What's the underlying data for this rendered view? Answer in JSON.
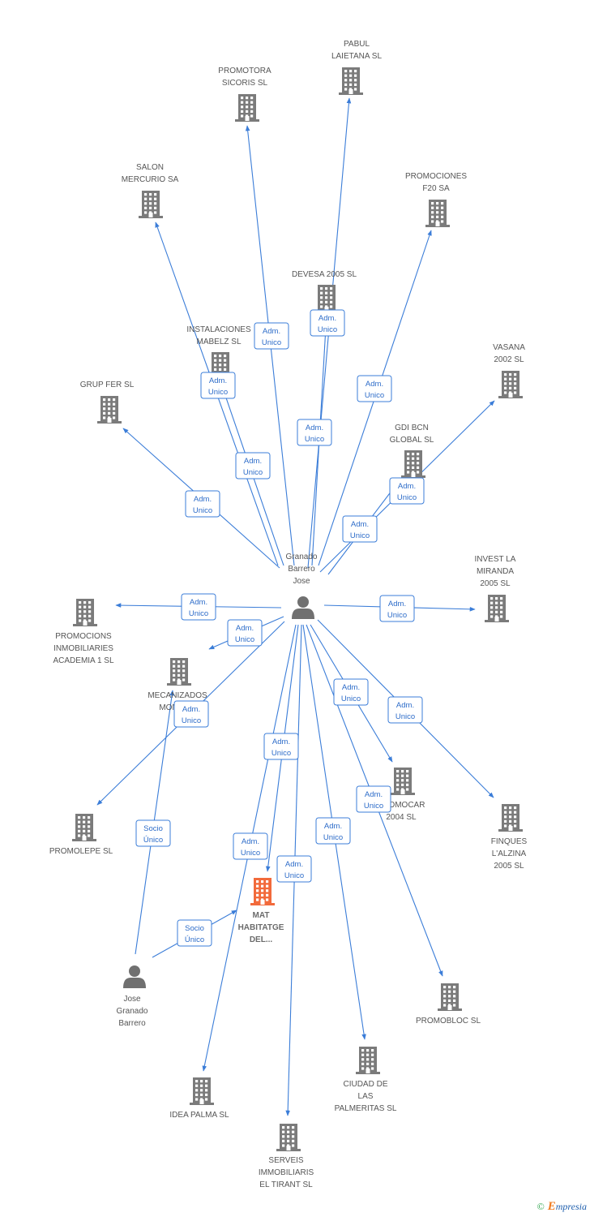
{
  "colors": {
    "building": "#7b7b7b",
    "focus": "#f26a3b",
    "person": "#707070",
    "edge": "#3b7dd8"
  },
  "focus_node": {
    "name": "mat-habitatge",
    "label": [
      "MAT",
      "HABITATGE",
      "DEL..."
    ]
  },
  "nodes": [
    {
      "id": "pabul",
      "type": "company",
      "label": [
        "PABUL",
        "LAIETANA SL"
      ]
    },
    {
      "id": "promotora",
      "type": "company",
      "label": [
        "PROMOTORA",
        "SICORIS SL"
      ]
    },
    {
      "id": "salon",
      "type": "company",
      "label": [
        "SALON",
        "MERCURIO SA"
      ]
    },
    {
      "id": "f20",
      "type": "company",
      "label": [
        "PROMOCIONES",
        "F20 SA"
      ]
    },
    {
      "id": "devesa",
      "type": "company",
      "label": [
        "DEVESA 2005 SL"
      ]
    },
    {
      "id": "mabelz",
      "type": "company",
      "label": [
        "INSTALACIONES",
        "MABELZ SL"
      ]
    },
    {
      "id": "vasana",
      "type": "company",
      "label": [
        "VASANA",
        "2002 SL"
      ]
    },
    {
      "id": "grupfer",
      "type": "company",
      "label": [
        "GRUP FER SL"
      ]
    },
    {
      "id": "gdibcn",
      "type": "company",
      "label": [
        "GDI BCN",
        "GLOBAL SL"
      ]
    },
    {
      "id": "invest",
      "type": "company",
      "label": [
        "INVEST LA",
        "MIRANDA",
        "2005 SL"
      ]
    },
    {
      "id": "academia",
      "type": "company",
      "label": [
        "PROMOCIONS",
        "INMOBILIARIES",
        "ACADEMIA 1 SL"
      ]
    },
    {
      "id": "mecanizados",
      "type": "company",
      "label": [
        "MECANIZADOS",
        "MONTO..."
      ]
    },
    {
      "id": "promocar",
      "type": "company",
      "label": [
        "PROMOCAR",
        "2004 SL"
      ]
    },
    {
      "id": "finques",
      "type": "company",
      "label": [
        "FINQUES",
        "L'ALZINA",
        "2005 SL"
      ]
    },
    {
      "id": "promolepe",
      "type": "company",
      "label": [
        "PROMOLEPE SL"
      ]
    },
    {
      "id": "promobloc",
      "type": "company",
      "label": [
        "PROMOBLOC SL"
      ]
    },
    {
      "id": "ciudad",
      "type": "company",
      "label": [
        "CIUDAD DE",
        "LAS",
        "PALMERITAS SL"
      ]
    },
    {
      "id": "idea",
      "type": "company",
      "label": [
        "IDEA PALMA SL"
      ]
    },
    {
      "id": "serveis",
      "type": "company",
      "label": [
        "SERVEIS",
        "IMMOBILIARIS",
        "EL TIRANT SL"
      ]
    },
    {
      "id": "granado",
      "type": "person",
      "label": [
        "Granado",
        "Barrero",
        "Jose"
      ]
    },
    {
      "id": "jose",
      "type": "person",
      "label": [
        "Jose",
        "Granado",
        "Barrero"
      ]
    }
  ],
  "badges": {
    "adm_unico": [
      "Adm.",
      "Unico"
    ],
    "socio_unico": [
      "Socio",
      "Único"
    ]
  },
  "relations": [
    {
      "from": "granado",
      "to": "pabul",
      "role": "adm_unico"
    },
    {
      "from": "granado",
      "to": "promotora",
      "role": "adm_unico"
    },
    {
      "from": "granado",
      "to": "salon",
      "role": "adm_unico"
    },
    {
      "from": "granado",
      "to": "f20",
      "role": "adm_unico"
    },
    {
      "from": "granado",
      "to": "devesa",
      "role": "adm_unico"
    },
    {
      "from": "granado",
      "to": "mabelz",
      "role": "adm_unico"
    },
    {
      "from": "granado",
      "to": "vasana",
      "role": "adm_unico"
    },
    {
      "from": "granado",
      "to": "grupfer",
      "role": "adm_unico"
    },
    {
      "from": "granado",
      "to": "gdibcn",
      "role": "adm_unico"
    },
    {
      "from": "granado",
      "to": "invest",
      "role": "adm_unico"
    },
    {
      "from": "granado",
      "to": "academia",
      "role": "adm_unico"
    },
    {
      "from": "granado",
      "to": "mecanizados",
      "role": "adm_unico"
    },
    {
      "from": "granado",
      "to": "promocar",
      "role": "adm_unico"
    },
    {
      "from": "granado",
      "to": "finques",
      "role": "adm_unico"
    },
    {
      "from": "granado",
      "to": "promolepe",
      "role": "adm_unico"
    },
    {
      "from": "granado",
      "to": "promobloc",
      "role": "adm_unico"
    },
    {
      "from": "granado",
      "to": "ciudad",
      "role": "adm_unico"
    },
    {
      "from": "granado",
      "to": "idea",
      "role": "adm_unico"
    },
    {
      "from": "granado",
      "to": "serveis",
      "role": "adm_unico"
    },
    {
      "from": "granado",
      "to": "mat-habitatge",
      "role": "adm_unico"
    },
    {
      "from": "jose",
      "to": "mecanizados",
      "role": "socio_unico"
    },
    {
      "from": "jose",
      "to": "mat-habitatge",
      "role": "socio_unico"
    }
  ],
  "footer": {
    "copyright_symbol": "©",
    "brand_initial": "E",
    "brand_rest": "mpresia"
  }
}
